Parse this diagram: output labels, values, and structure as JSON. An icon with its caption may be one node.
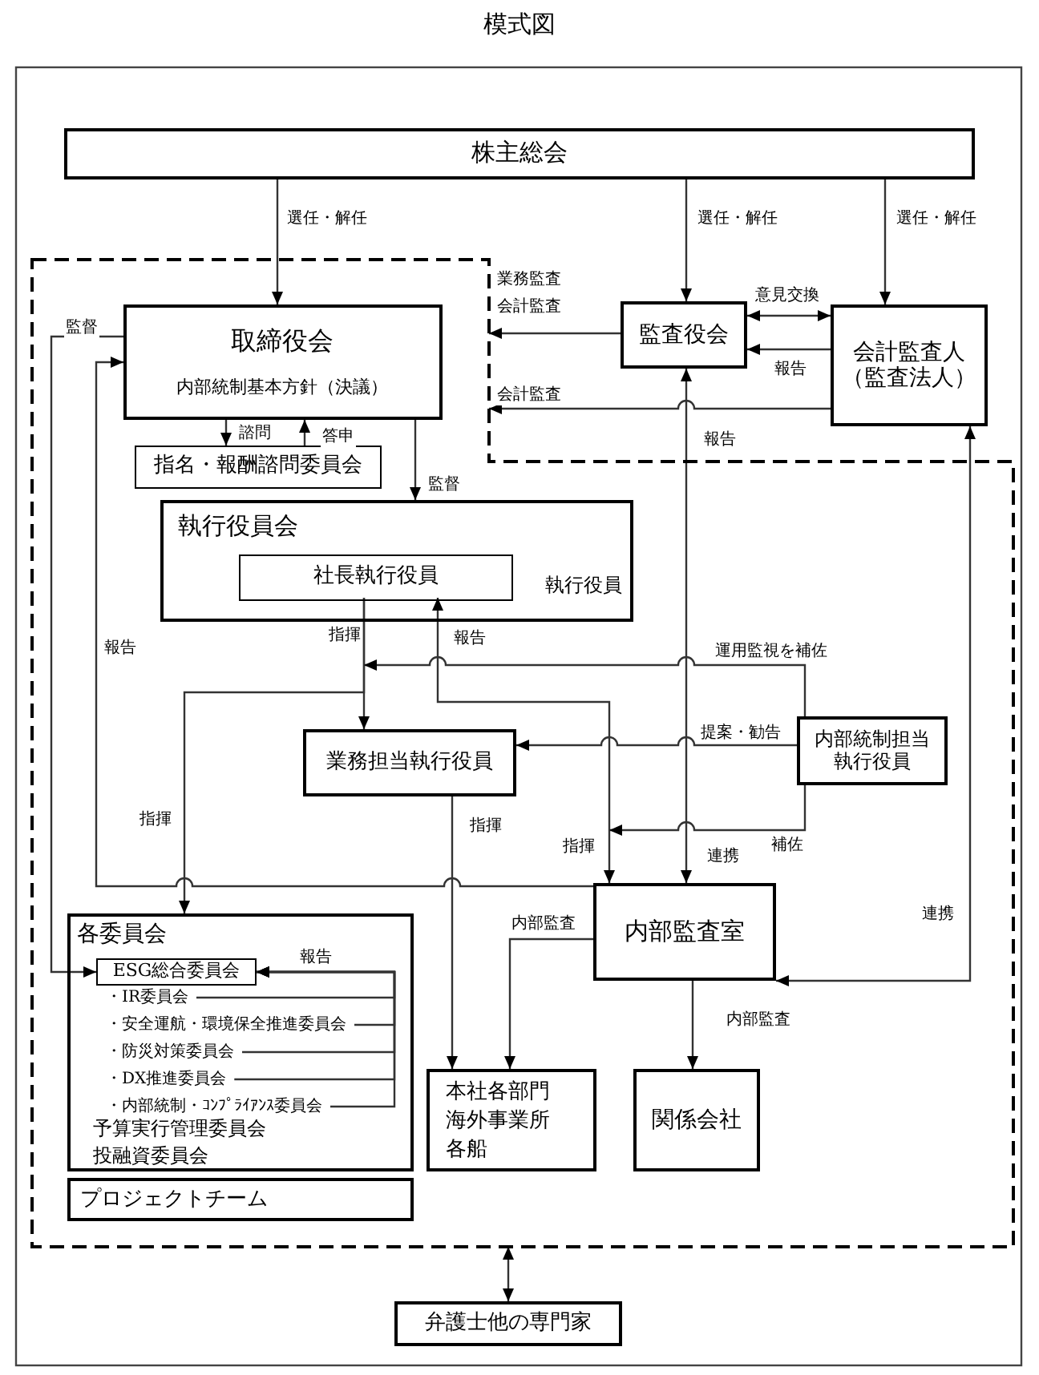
{
  "diagram": {
    "title": "模式図",
    "nodes": [
      {
        "text": [
          "株主総会"
        ]
      },
      {
        "text": [],
        "shape": "box"
      },
      {
        "text": [
          "取締役会",
          "内部統制基本方針（決議）"
        ],
        "in": 1
      },
      {
        "text": [
          "指名・報酬諮問委員会"
        ],
        "in": 1
      },
      {
        "text": [
          "執行役員会",
          "執行役員"
        ],
        "in": 1
      },
      {
        "text": [
          "社長執行役員"
        ],
        "in": 4
      },
      {
        "text": [
          "業務担当執行役員"
        ],
        "in": 1
      },
      {
        "text": [
          "内部統制担当執行役員"
        ],
        "in": 1
      },
      {
        "text": [
          "各委員会",
          "予算実行管理委員会",
          "投融資委員会"
        ],
        "in": 1
      },
      {
        "text": [
          "ESG総合委員会"
        ],
        "in": 8
      },
      {
        "text": [
          "・IR委員会"
        ],
        "in": 8
      },
      {
        "text": [
          "・安全運航・環境保全推進委員会"
        ],
        "in": 8
      },
      {
        "text": [
          "・防災対策委員会"
        ],
        "in": 8
      },
      {
        "text": [
          "・DX推進委員会"
        ],
        "in": 8
      },
      {
        "text": [
          "・内部統制・ｺﾝﾌﾟﾗｲｱﾝｽ委員会"
        ],
        "in": 8
      },
      {
        "text": [
          "プロジェクトチーム"
        ],
        "in": 1
      },
      {
        "text": [
          "監査役会"
        ]
      },
      {
        "text": [
          "会計監査人（監査法人）"
        ]
      },
      {
        "text": [
          "内部監査室"
        ],
        "in": 1
      },
      {
        "text": [
          "本社各部門",
          "海外事業所",
          "各船"
        ],
        "in": 1
      },
      {
        "text": [
          "関係会社"
        ],
        "in": 1
      },
      {
        "text": [
          "弁護士他の専門家"
        ]
      }
    ],
    "edges": [
      {
        "from": 0,
        "to": 2,
        "arrow": "to",
        "label": "選任・解任"
      },
      {
        "from": 0,
        "to": 16,
        "arrow": "to",
        "label": "選任・解任"
      },
      {
        "from": 0,
        "to": 17,
        "arrow": "to",
        "label": "選任・解任"
      },
      {
        "from": 16,
        "to": 1,
        "arrow": "to",
        "label": "業務監査会計監査"
      },
      {
        "from": 16,
        "to": 17,
        "arrow": "both",
        "label": "意見交換"
      },
      {
        "from": 17,
        "to": 16,
        "arrow": "to",
        "label": "報告"
      },
      {
        "from": 17,
        "to": 1,
        "arrow": "to",
        "label": "会計監査"
      },
      {
        "from": 2,
        "to": 3,
        "arrow": "to",
        "label": "諮問"
      },
      {
        "from": 3,
        "to": 2,
        "arrow": "to",
        "label": "答申"
      },
      {
        "from": 2,
        "to": 4,
        "arrow": "to",
        "label": "監督"
      },
      {
        "from": 2,
        "to": 9,
        "arrow": "to",
        "label": "監督"
      },
      {
        "from": 18,
        "to": 2,
        "arrow": "to",
        "label": "報告"
      },
      {
        "from": 16,
        "to": 18,
        "arrow": "both",
        "label": "報告"
      },
      {
        "from": 17,
        "to": 18,
        "arrow": "both",
        "label": "連携"
      },
      {
        "from": 5,
        "to": 6,
        "arrow": "to",
        "label": "指揮"
      },
      {
        "from": 5,
        "to": 8,
        "arrow": "to",
        "label": "指揮"
      },
      {
        "from": 7,
        "to": 5,
        "arrow": "to",
        "label": "運用監視を補佐"
      },
      {
        "from": 5,
        "to": 18,
        "arrow": "both",
        "label": "指揮"
      },
      {
        "from": 7,
        "to": 6,
        "arrow": "to",
        "label": "提案・勧告"
      },
      {
        "from": 7,
        "to": 18,
        "arrow": "to",
        "label": "補佐"
      },
      {
        "from": 6,
        "to": 19,
        "arrow": "to",
        "label": "指揮"
      },
      {
        "from": 18,
        "to": 19,
        "arrow": "to",
        "label": "内部監査"
      },
      {
        "from": 18,
        "to": 20,
        "arrow": "to",
        "label": "内部監査"
      },
      {
        "from": 10,
        "to": 9,
        "arrow": "to",
        "label": "報告"
      },
      {
        "from": 11,
        "to": 9,
        "arrow": "to"
      },
      {
        "from": 12,
        "to": 9,
        "arrow": "to"
      },
      {
        "from": 13,
        "to": 9,
        "arrow": "to"
      },
      {
        "from": 14,
        "to": 9,
        "arrow": "to"
      },
      {
        "from": 1,
        "to": 21,
        "arrow": "both"
      }
    ],
    "labels": [
      "報告",
      "連携"
    ]
  }
}
